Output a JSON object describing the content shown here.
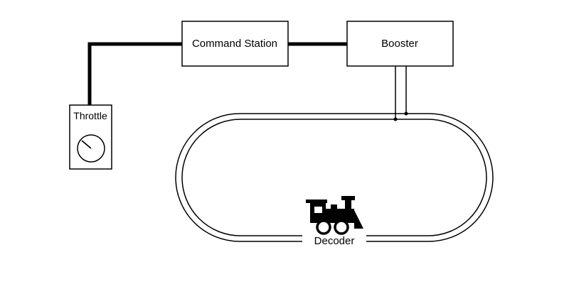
{
  "nodes": {
    "command_station": {
      "label": "Command Station"
    },
    "booster": {
      "label": "Booster"
    },
    "throttle": {
      "label": "Throttle"
    },
    "decoder": {
      "label": "Decoder"
    }
  },
  "icons": [
    "throttle-knob-icon",
    "locomotive-icon"
  ],
  "colors": {
    "stroke": "#000000",
    "background": "#ffffff"
  }
}
